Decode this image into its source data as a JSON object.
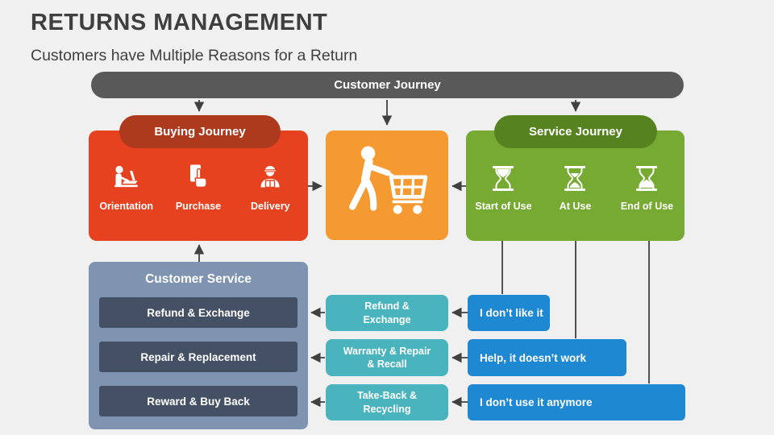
{
  "slide": {
    "title": "RETURNS MANAGEMENT",
    "subtitle": "Customers have Multiple Reasons for a Return"
  },
  "journey_bar": {
    "label": "Customer Journey"
  },
  "buying": {
    "pill_label": "Buying Journey",
    "stages": [
      {
        "label": "Orientation",
        "icon": "person-laptop-icon"
      },
      {
        "label": "Purchase",
        "icon": "credit-card-hand-icon"
      },
      {
        "label": "Delivery",
        "icon": "delivery-person-icon"
      }
    ]
  },
  "cart": {
    "icon": "shopping-cart-person-icon"
  },
  "service": {
    "pill_label": "Service Journey",
    "stages": [
      {
        "label": "Start of Use",
        "icon": "hourglass-start-icon"
      },
      {
        "label": "At Use",
        "icon": "hourglass-mid-icon"
      },
      {
        "label": "End of Use",
        "icon": "hourglass-end-icon"
      }
    ]
  },
  "customer_service": {
    "title": "Customer Service",
    "options": [
      {
        "label": "Refund & Exchange"
      },
      {
        "label": "Repair & Replacement"
      },
      {
        "label": "Reward & Buy Back"
      }
    ]
  },
  "remedies": [
    {
      "line1": "Refund &",
      "line2": "Exchange"
    },
    {
      "line1": "Warranty & Repair",
      "line2": "& Recall"
    },
    {
      "line1": "Take-Back &",
      "line2": "Recycling"
    }
  ],
  "reasons": [
    {
      "label": "I don’t like it"
    },
    {
      "label": "Help, it doesn’t work"
    },
    {
      "label": "I don’t use it anymore"
    }
  ],
  "colors": {
    "background": "#F0F0F1",
    "title_text": "#3F3F3F",
    "subtitle_text": "#404040",
    "journey_bar": "#595959",
    "buying_pill": "#AE3A1E",
    "buying_box": "#E74220",
    "cart_box": "#F49A31",
    "service_pill": "#56831F",
    "service_box": "#76AA32",
    "customer_service_panel": "#7E94B0",
    "customer_service_row": "#445064",
    "remedy_box": "#49B4BE",
    "reason_box": "#1E88D2",
    "connector": "#404040"
  }
}
